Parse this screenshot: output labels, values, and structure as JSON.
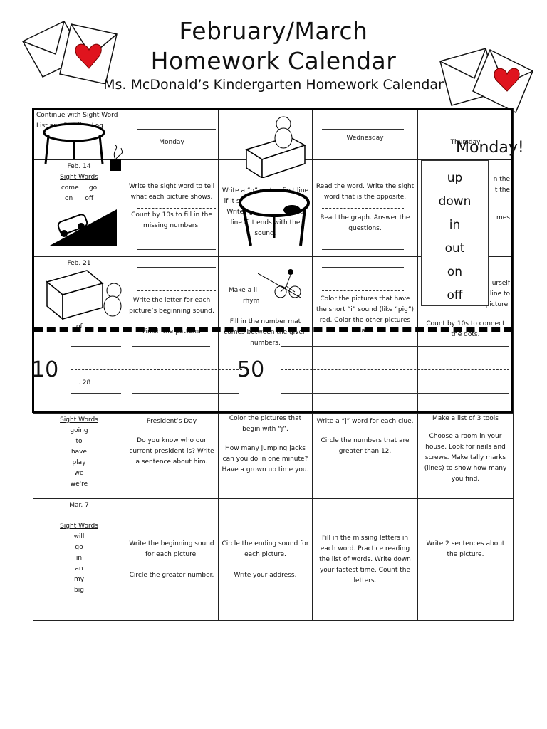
{
  "header": {
    "line1": "February/March",
    "line2": "Homework Calendar",
    "line3": "Ms. McDonald’s Kindergarten Homework Calendar"
  },
  "row1": {
    "c1": "Continue with Sight Word List and Reading Log",
    "c2": "Monday",
    "c4": "Wednesday",
    "c5": "Thursday",
    "script_word": "Monday!"
  },
  "row2": {
    "date": "Feb. 14",
    "sight_label": "Sight Words",
    "words_a": "come     go",
    "words_b": "on      off",
    "c2a": "Write the sight word to tell what each picture shows.",
    "c2b": "Count by 10s to fill in the missing numbers.",
    "c3": "Write a “g” on the first line if it starts with the sound. Write “g” on the second line if it ends with the sound.",
    "c4a": "Read the word. Write the sight word that is the opposite.",
    "c4b": "Read the graph. Answer the questions.",
    "c5_frag_a": "n the",
    "c5_frag_b": "t the",
    "c5_frag_c": "mes"
  },
  "overlay_words": [
    "up",
    "down",
    "in",
    "out",
    "on",
    "off"
  ],
  "row3": {
    "date": "Feb. 21",
    "frag": "of",
    "c2a": "Write the letter for each picture’s beginning sound.",
    "c2b": "Finish the pattern.",
    "c3a": "Make a li",
    "c3b": "rhym",
    "c3c": "Fill in the number mat comes between the given numbers.",
    "c4a": "Color the pictures that have the short “i” sound (like “pig”) red. Color the other pictures black.",
    "c5a": "urself",
    "c5b": "line to",
    "c5c": "the picture.",
    "c5d": "Count by 10s to connect the dots."
  },
  "numbers": {
    "left": "10",
    "mid": "50"
  },
  "row4": {
    "date": ". 28",
    "sight_label": "Sight Words",
    "words": [
      "going",
      "to",
      "have",
      "play",
      "we",
      "we're"
    ],
    "c2a": "President’s Day",
    "c2b": "Do you know who our current president is? Write a sentence about him.",
    "c3a": "Color the pictures that begin with “j”.",
    "c3b": "How many jumping jacks can you do in one minute? Have a grown up time you.",
    "c4a": "Write a “j” word for each clue.",
    "c4b": "Circle the numbers that are greater than 12.",
    "c5a": "Make a list of 3 tools",
    "c5b": "Choose a room in your house. Look for nails and screws. Make tally marks (lines) to show how many you find."
  },
  "row5": {
    "date": "Mar. 7",
    "sight_label": "Sight Words",
    "words": [
      "will",
      "go",
      "in",
      "an",
      "my",
      "big"
    ],
    "c2a": "Write the beginning sound for each picture.",
    "c2b": "Circle the greater number.",
    "c3a": "Circle the ending sound for each picture.",
    "c3b": "Write your address.",
    "c4": "Fill in the missing letters in each word. Practice reading the list of words. Write down your fastest time. Count the letters.",
    "c5": "Write 2 sentences about the picture."
  }
}
